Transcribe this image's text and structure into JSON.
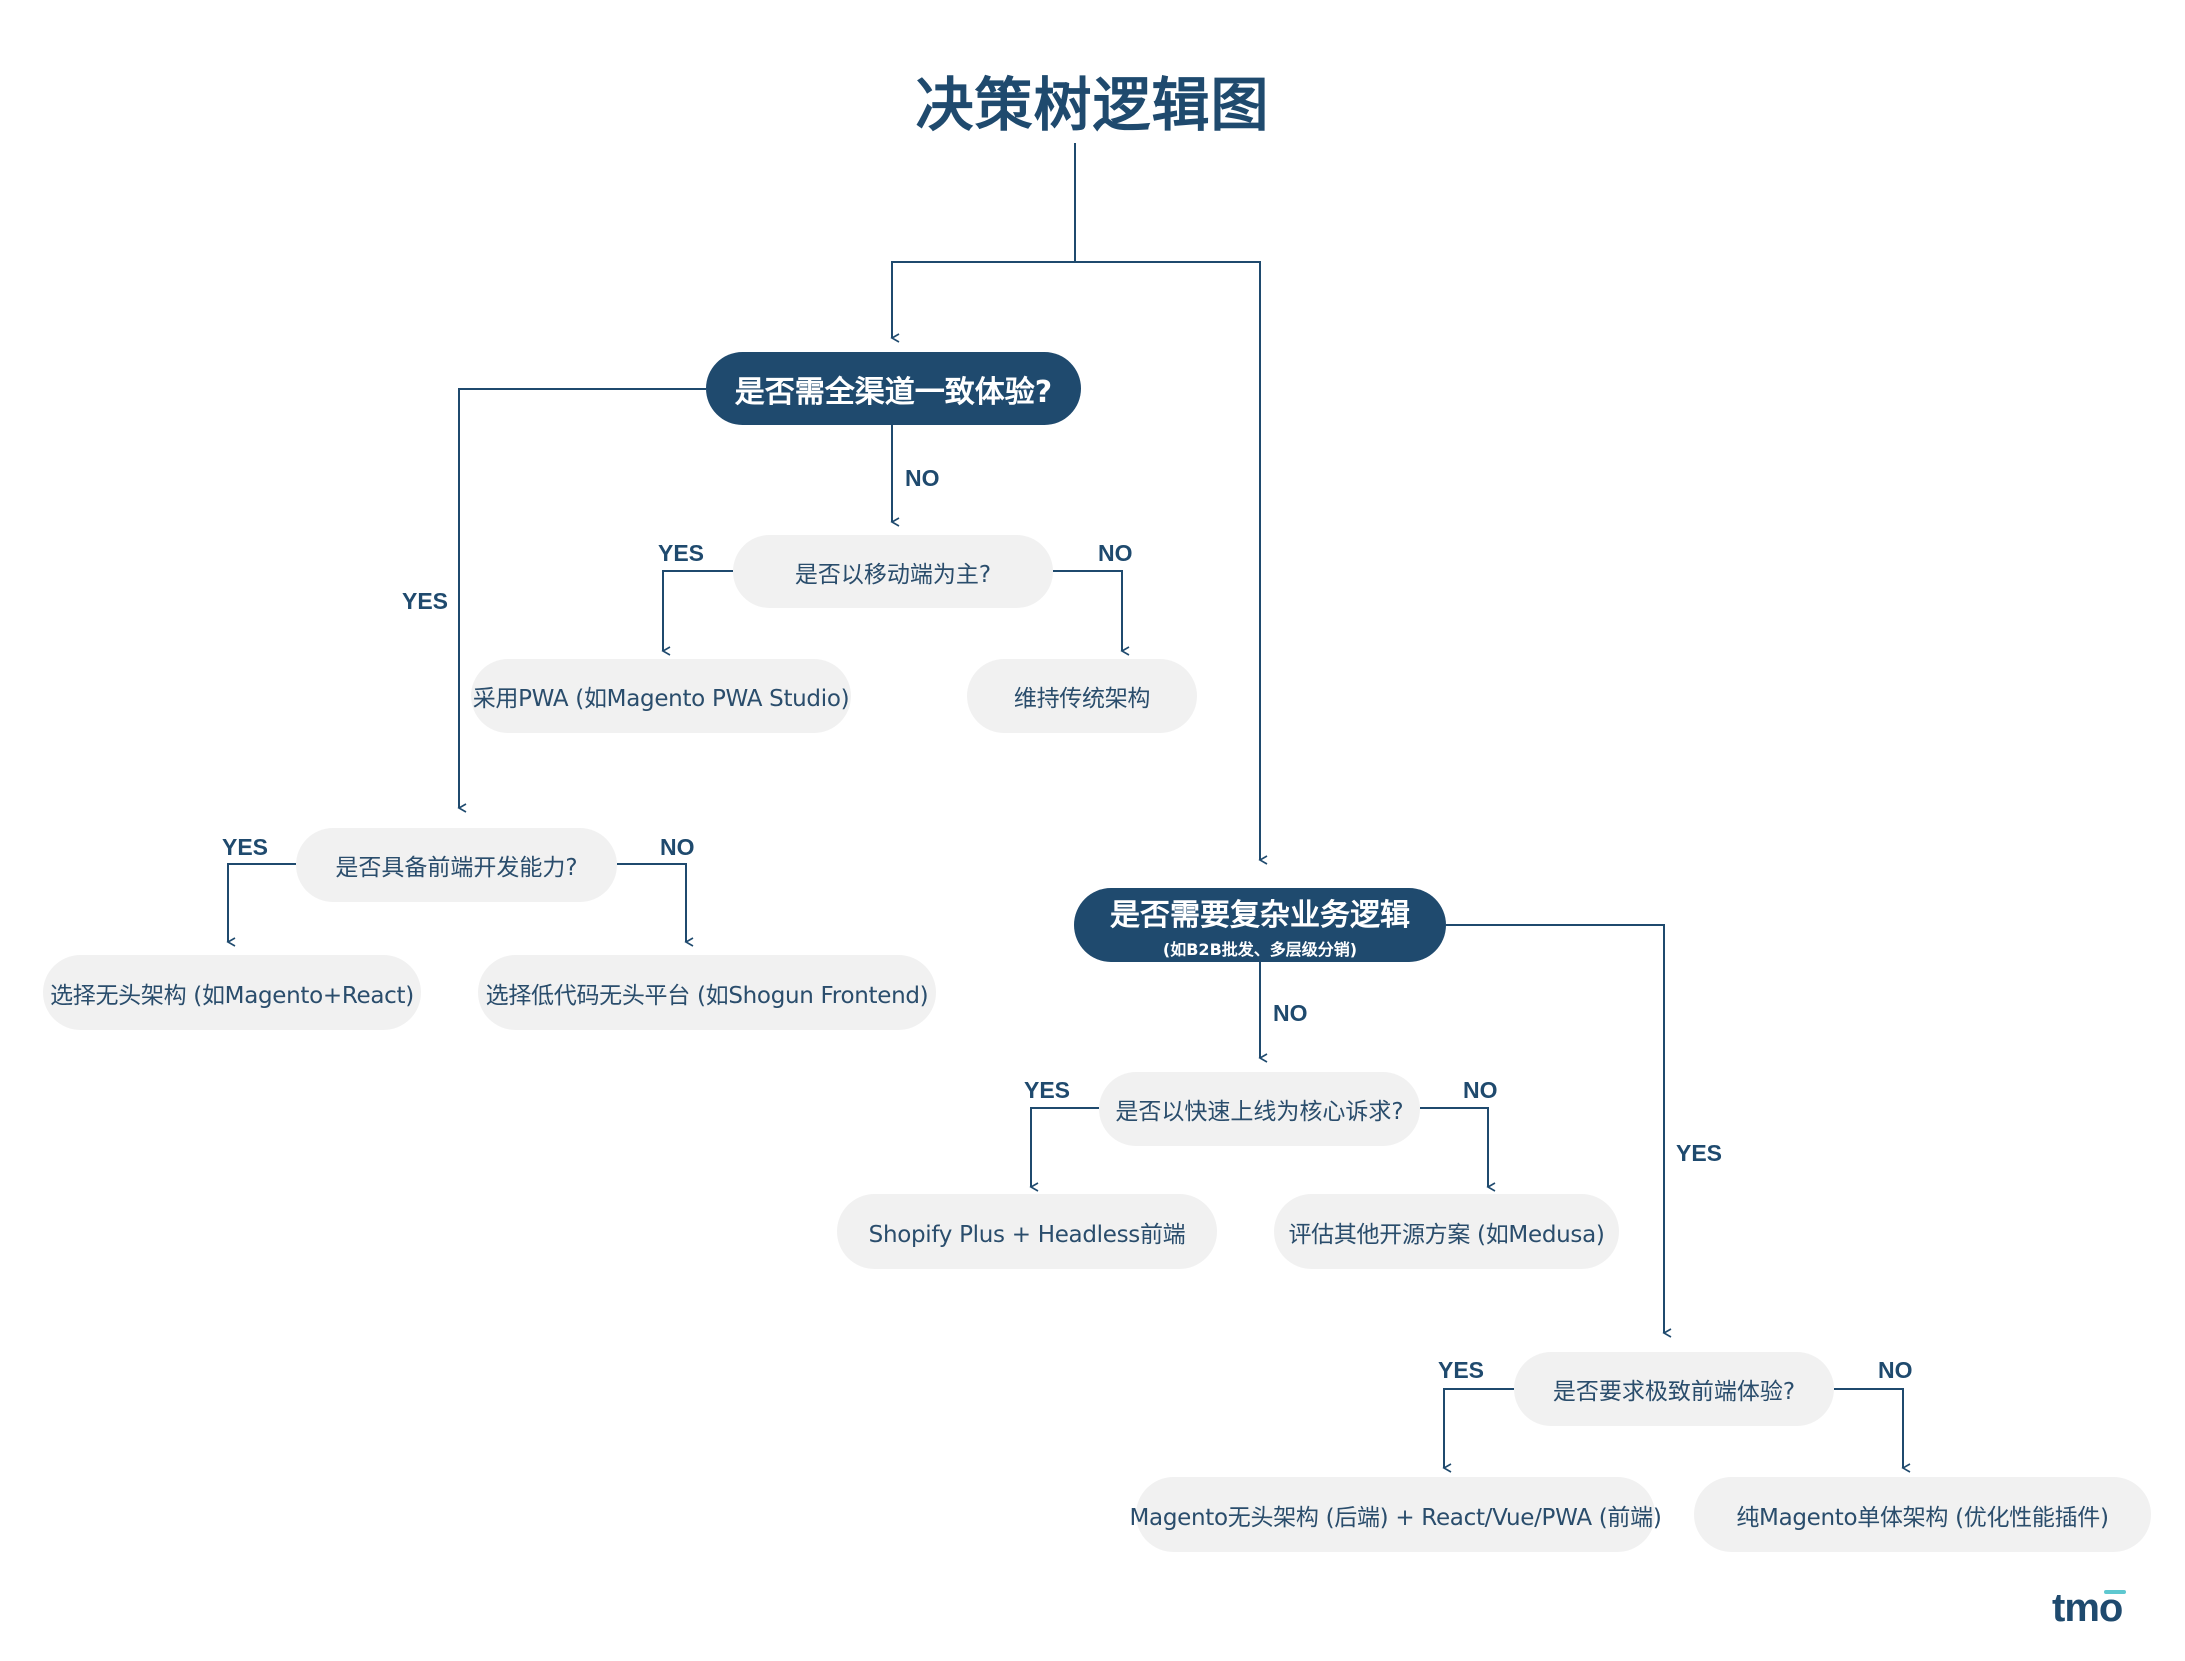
{
  "title": "决策树逻辑图",
  "nodes": {
    "omnichannel": {
      "text": "是否需全渠道一致体验?"
    },
    "mobile_first": {
      "text": "是否以移动端为主?"
    },
    "pwa": {
      "text": "采用PWA (如Magento PWA Studio)"
    },
    "traditional": {
      "text": "维持传统架构"
    },
    "frontend_ability": {
      "text": "是否具备前端开发能力?"
    },
    "headless_react": {
      "text": "选择无头架构 (如Magento+React)"
    },
    "lowcode": {
      "text": "选择低代码无头平台 (如Shogun Frontend)"
    },
    "complex_logic": {
      "text": "是否需要复杂业务逻辑",
      "subtext": "(如B2B批发、多层级分销)"
    },
    "fast_launch": {
      "text": "是否以快速上线为核心诉求?"
    },
    "shopify": {
      "text": "Shopify Plus + Headless前端"
    },
    "medusa": {
      "text": "评估其他开源方案 (如Medusa)"
    },
    "extreme_frontend": {
      "text": "是否要求极致前端体验?"
    },
    "magento_headless": {
      "text": "Magento无头架构 (后端) + React/Vue/PWA (前端)"
    },
    "magento_mono": {
      "text": "纯Magento单体架构 (优化性能插件)"
    }
  },
  "labels": {
    "yes": "YES",
    "no": "NO"
  },
  "logo": "tmo",
  "colors": {
    "primary": "#1f4a6e",
    "secondary_bg": "#f1f1f1",
    "text": "#2a4d6c",
    "line": "#1f4a6e",
    "logo_accent": "#5ec8d0"
  }
}
